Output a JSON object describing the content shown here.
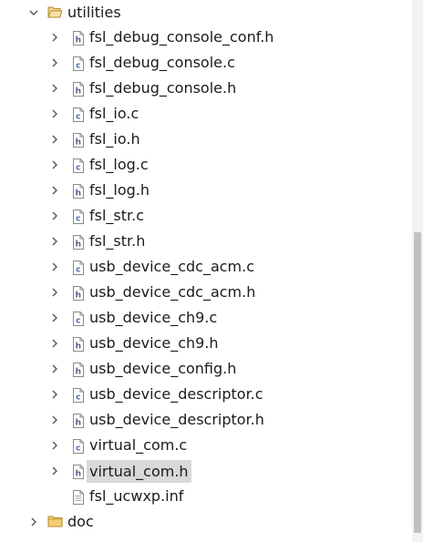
{
  "tree": {
    "utilities": {
      "label": "utilities",
      "icon": "folder-open-icon",
      "expanded": true
    },
    "files": [
      {
        "label": "fsl_debug_console_conf.h",
        "type": "h"
      },
      {
        "label": "fsl_debug_console.c",
        "type": "c"
      },
      {
        "label": "fsl_debug_console.h",
        "type": "h"
      },
      {
        "label": "fsl_io.c",
        "type": "c"
      },
      {
        "label": "fsl_io.h",
        "type": "h"
      },
      {
        "label": "fsl_log.c",
        "type": "c"
      },
      {
        "label": "fsl_log.h",
        "type": "h"
      },
      {
        "label": "fsl_str.c",
        "type": "c"
      },
      {
        "label": "fsl_str.h",
        "type": "h"
      },
      {
        "label": "usb_device_cdc_acm.c",
        "type": "c"
      },
      {
        "label": "usb_device_cdc_acm.h",
        "type": "h"
      },
      {
        "label": "usb_device_ch9.c",
        "type": "c"
      },
      {
        "label": "usb_device_ch9.h",
        "type": "h"
      },
      {
        "label": "usb_device_config.h",
        "type": "h"
      },
      {
        "label": "usb_device_descriptor.c",
        "type": "c"
      },
      {
        "label": "usb_device_descriptor.h",
        "type": "h"
      },
      {
        "label": "virtual_com.c",
        "type": "c"
      },
      {
        "label": "virtual_com.h",
        "type": "h",
        "selected": true
      },
      {
        "label": "fsl_ucwxp.inf",
        "type": "text"
      }
    ],
    "doc": {
      "label": "doc",
      "icon": "folder-closed-icon",
      "expanded": false
    }
  },
  "colors": {
    "selection": "#d9d9d9",
    "folder": "#e8b64c",
    "c_file_accent": "#4a6fa5",
    "h_file_accent": "#5a5a8a"
  }
}
